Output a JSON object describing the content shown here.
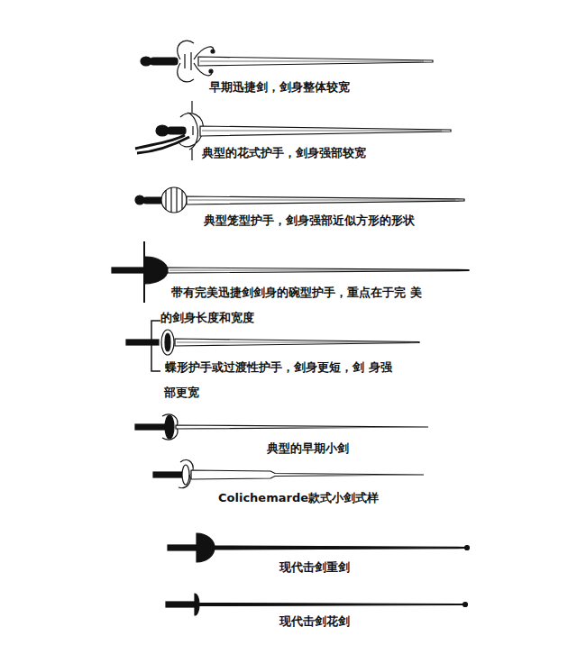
{
  "diagram": {
    "labels": [
      "早期迅捷剑，剑身整体较宽",
      "典型的花式护手，剑身强部较宽",
      "典型笼型护手，剑身强部近似方形的形状",
      "带有完美迅捷剑剑身的碗型护手，重点在于完 美的剑身长度和宽度",
      "蝶形护手或过渡性护手，剑身更短，剑 身强部更宽",
      "典型的早期小剑",
      "Colichemarde款式小剑式样",
      "现代击剑重剑",
      "现代击剑花剑"
    ]
  }
}
